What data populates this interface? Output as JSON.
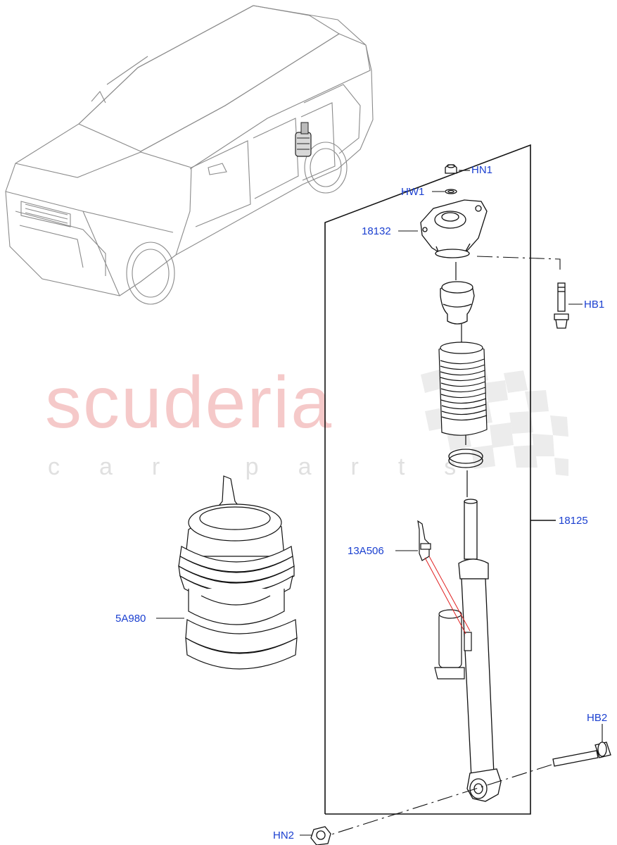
{
  "watermark": {
    "logo_text": "scuderia",
    "sub_text": "car parts"
  },
  "callouts": {
    "hn1": "HN1",
    "hw1": "HW1",
    "p18132": "18132",
    "hb1": "HB1",
    "p18125": "18125",
    "p13a506": "13A506",
    "p5a980": "5A980",
    "hb2": "HB2",
    "hn2": "HN2"
  },
  "colors": {
    "label": "#1a3fd0",
    "line": "#000000",
    "leader_red": "#e02020",
    "watermark": "#f5c9c9"
  }
}
